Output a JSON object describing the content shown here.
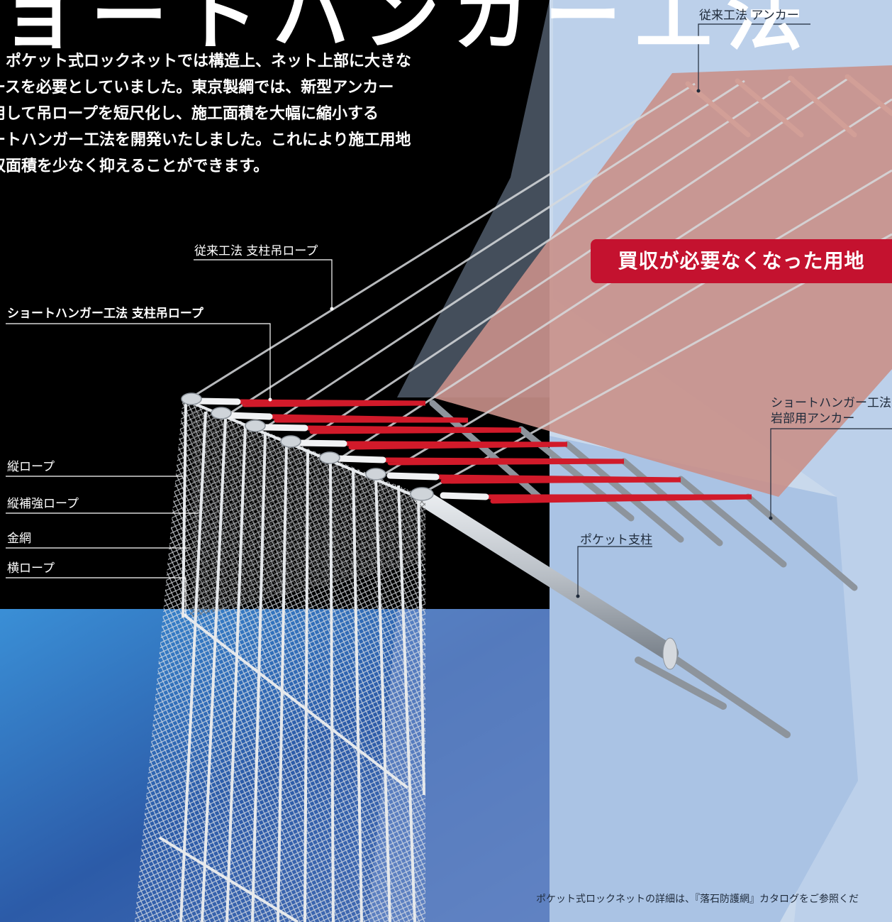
{
  "title": "ョートハンガー工法",
  "intro_lines": [
    "、ポケット式ロックネットでは構造上、ネット上部に大きな",
    "ースを必要としていました。東京製綱では、新型アンカー",
    "用して吊ロープを短尺化し、施工面積を大幅に縮小する",
    "ートハンガー工法を開発いたしました。これにより施工用地",
    "収面積を少なく抑えることができます。"
  ],
  "labels": {
    "conventional_anchor": "従来工法 アンカー",
    "conventional_rope": "従来工法 支柱吊ロープ",
    "short_hanger_rope": "ショートハンガー工法 支柱吊ロープ",
    "vertical_rope": "縦ロープ",
    "vertical_reinforce_rope": "縦補強ロープ",
    "wire_mesh": "金網",
    "horizontal_rope": "横ロープ",
    "pocket_post": "ポケット支柱",
    "short_hanger_anchor_line1": "ショートハンガー工法",
    "short_hanger_anchor_line2": "岩部用アンカー"
  },
  "badge": "買収が必要なくなった用地",
  "footnote": "ポケット式ロックネットの詳細は、『落石防護網』カタログをご参照くだ",
  "colors": {
    "black_panel": "#000000",
    "sky_light": "#c9d9ec",
    "blue_dark": "#2c5ba8",
    "land_red": "#c9908a",
    "rope_red": "#d11a2a",
    "badge_red": "#c4122f",
    "steel": "#c3c7cc"
  }
}
